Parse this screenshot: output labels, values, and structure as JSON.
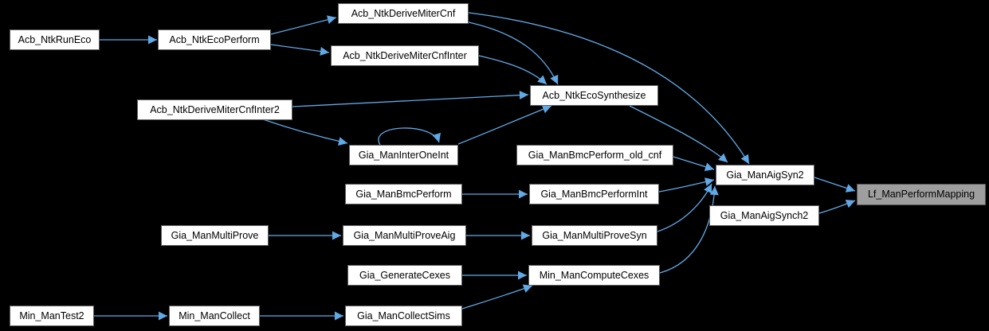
{
  "diagram_type": "caller-graph",
  "colors": {
    "background": "#000000",
    "edge": "#60a9e6",
    "node_fill": "#ffffff",
    "node_border": "#5f5f5f",
    "highlight_fill": "#9e9e9e",
    "text": "#000000"
  },
  "nodes": [
    {
      "label": "Acb_NtkRunEco",
      "highlight": false
    },
    {
      "label": "Acb_NtkEcoPerform",
      "highlight": false
    },
    {
      "label": "Acb_NtkDeriveMiterCnf",
      "highlight": false
    },
    {
      "label": "Acb_NtkDeriveMiterCnfInter",
      "highlight": false
    },
    {
      "label": "Acb_NtkEcoSynthesize",
      "highlight": false
    },
    {
      "label": "Acb_NtkDeriveMiterCnfInter2",
      "highlight": false
    },
    {
      "label": "Gia_ManInterOneInt",
      "highlight": false
    },
    {
      "label": "Gia_ManBmcPerform_old_cnf",
      "highlight": false
    },
    {
      "label": "Gia_ManBmcPerform",
      "highlight": false
    },
    {
      "label": "Gia_ManBmcPerformInt",
      "highlight": false
    },
    {
      "label": "Gia_ManAigSyn2",
      "highlight": false
    },
    {
      "label": "Lf_ManPerformMapping",
      "highlight": true
    },
    {
      "label": "Gia_ManAigSynch2",
      "highlight": false
    },
    {
      "label": "Gia_ManMultiProve",
      "highlight": false
    },
    {
      "label": "Gia_ManMultiProveAig",
      "highlight": false
    },
    {
      "label": "Gia_ManMultiProveSyn",
      "highlight": false
    },
    {
      "label": "Gia_GenerateCexes",
      "highlight": false
    },
    {
      "label": "Min_ManComputeCexes",
      "highlight": false
    },
    {
      "label": "Min_ManTest2",
      "highlight": false
    },
    {
      "label": "Min_ManCollect",
      "highlight": false
    },
    {
      "label": "Gia_ManCollectSims",
      "highlight": false
    }
  ],
  "edges": [
    {
      "from": "Acb_NtkRunEco",
      "to": "Acb_NtkEcoPerform"
    },
    {
      "from": "Acb_NtkEcoPerform",
      "to": "Acb_NtkDeriveMiterCnf"
    },
    {
      "from": "Acb_NtkEcoPerform",
      "to": "Acb_NtkDeriveMiterCnfInter"
    },
    {
      "from": "Acb_NtkDeriveMiterCnf",
      "to": "Acb_NtkEcoSynthesize"
    },
    {
      "from": "Acb_NtkDeriveMiterCnf",
      "to": "Gia_ManAigSyn2"
    },
    {
      "from": "Acb_NtkDeriveMiterCnfInter",
      "to": "Acb_NtkEcoSynthesize"
    },
    {
      "from": "Acb_NtkDeriveMiterCnfInter2",
      "to": "Acb_NtkEcoSynthesize"
    },
    {
      "from": "Acb_NtkDeriveMiterCnfInter2",
      "to": "Gia_ManInterOneInt"
    },
    {
      "from": "Gia_ManInterOneInt",
      "to": "Gia_ManInterOneInt"
    },
    {
      "from": "Gia_ManInterOneInt",
      "to": "Acb_NtkEcoSynthesize"
    },
    {
      "from": "Acb_NtkEcoSynthesize",
      "to": "Gia_ManAigSyn2"
    },
    {
      "from": "Gia_ManBmcPerform_old_cnf",
      "to": "Gia_ManAigSyn2"
    },
    {
      "from": "Gia_ManBmcPerform",
      "to": "Gia_ManBmcPerformInt"
    },
    {
      "from": "Gia_ManBmcPerformInt",
      "to": "Gia_ManAigSyn2"
    },
    {
      "from": "Gia_ManMultiProve",
      "to": "Gia_ManMultiProveAig"
    },
    {
      "from": "Gia_ManMultiProveAig",
      "to": "Gia_ManMultiProveSyn"
    },
    {
      "from": "Gia_ManMultiProveSyn",
      "to": "Gia_ManAigSyn2"
    },
    {
      "from": "Gia_GenerateCexes",
      "to": "Min_ManComputeCexes"
    },
    {
      "from": "Min_ManComputeCexes",
      "to": "Gia_ManAigSyn2"
    },
    {
      "from": "Gia_ManCollectSims",
      "to": "Min_ManComputeCexes"
    },
    {
      "from": "Min_ManTest2",
      "to": "Min_ManCollect"
    },
    {
      "from": "Min_ManCollect",
      "to": "Gia_ManCollectSims"
    },
    {
      "from": "Gia_ManAigSyn2",
      "to": "Lf_ManPerformMapping"
    },
    {
      "from": "Gia_ManAigSynch2",
      "to": "Lf_ManPerformMapping"
    }
  ]
}
